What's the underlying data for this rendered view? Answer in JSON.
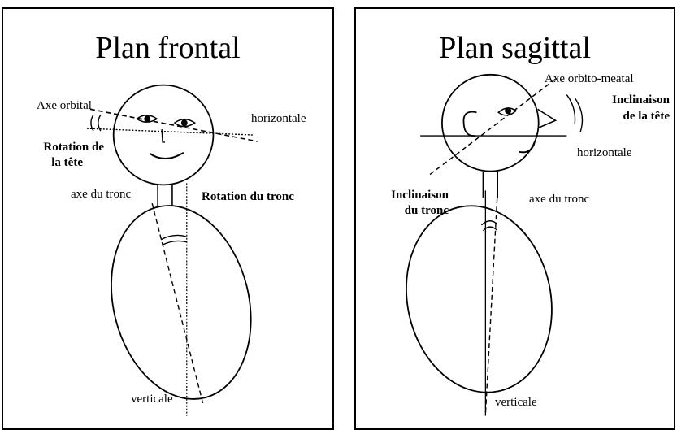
{
  "frontal": {
    "title": "Plan frontal",
    "axe_orbital": "Axe orbital",
    "horizontale": "horizontale",
    "rotation_tete_1": "Rotation de",
    "rotation_tete_2": "la tête",
    "axe_du_tronc": "axe du tronc",
    "rotation_du_tronc": "Rotation du tronc",
    "verticale": "verticale"
  },
  "sagittal": {
    "title": "Plan sagittal",
    "axe_orbito_meatal": "Axe orbito-meatal",
    "inclinaison_tete_1": "Inclinaison",
    "inclinaison_tete_2": "de la tête",
    "horizontale": "horizontale",
    "inclinaison_tronc_1": "Inclinaison",
    "inclinaison_tronc_2": "du tronc",
    "axe_du_tronc": "axe du tronc",
    "verticale": "verticale"
  }
}
